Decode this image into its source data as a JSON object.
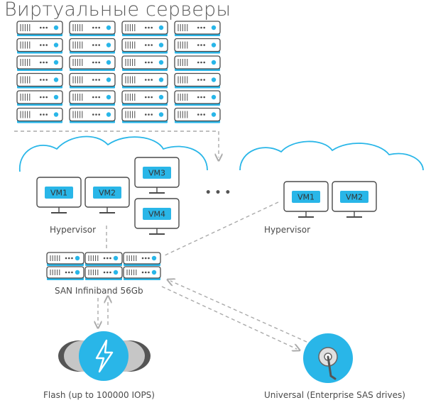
{
  "diagram": {
    "title": "Виртуальные серверы",
    "left_cluster": {
      "hypervisor_label": "Hypervisor",
      "vms": [
        "VM1",
        "VM2",
        "VM3",
        "VM4"
      ]
    },
    "right_cluster": {
      "hypervisor_label": "Hypervisor",
      "vms": [
        "VM1",
        "VM2"
      ]
    },
    "ellipsis": "• • •",
    "san_label": "SAN Infiniband 56Gb",
    "flash_label": "Flash (up to 100000 IOPS)",
    "universal_label": "Universal (Enterprise SAS drives)",
    "colors": {
      "accent": "#29b6e8",
      "accent_dark": "#1a8fc0",
      "outline": "#4a4a4a",
      "connector": "#aaaaaa",
      "text": "#4a4a4a"
    }
  }
}
